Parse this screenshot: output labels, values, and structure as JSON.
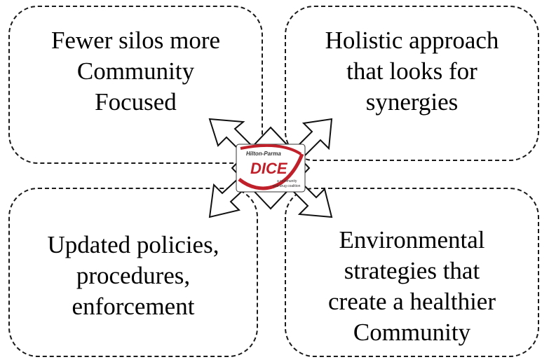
{
  "quadrants": {
    "top_left": {
      "text": "Fewer silos more\nCommunity\nFocused"
    },
    "top_right": {
      "text": "Holistic approach\nthat looks for\nsynergies"
    },
    "bottom_left": {
      "text": "Updated policies,\nprocedures,\nenforcement"
    },
    "bottom_right": {
      "text": "Environmental\nstrategies that\ncreate a healthier\nCommunity"
    }
  },
  "logo": {
    "line1": "Hilton-Parma",
    "line2": "DICE",
    "line3": "a community",
    "line4": "anti-drug coalition",
    "accent_color": "#c0202a"
  },
  "icons": {
    "center": "four-way-arrow-icon"
  }
}
